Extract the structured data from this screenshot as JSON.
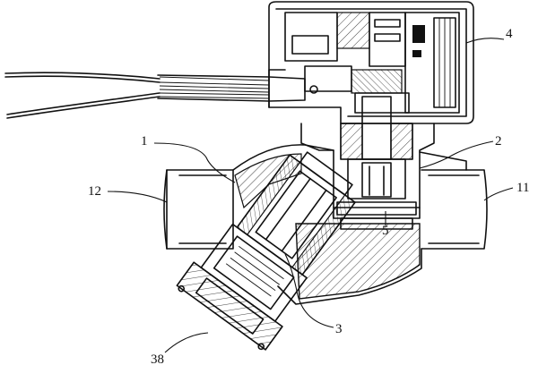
{
  "figure": {
    "labels": [
      {
        "id": "1",
        "text": "1"
      },
      {
        "id": "2",
        "text": "2"
      },
      {
        "id": "3",
        "text": "3"
      },
      {
        "id": "4",
        "text": "4"
      },
      {
        "id": "5",
        "text": "5"
      },
      {
        "id": "11",
        "text": "11"
      },
      {
        "id": "12",
        "text": "12"
      },
      {
        "id": "38",
        "text": "38"
      }
    ]
  }
}
